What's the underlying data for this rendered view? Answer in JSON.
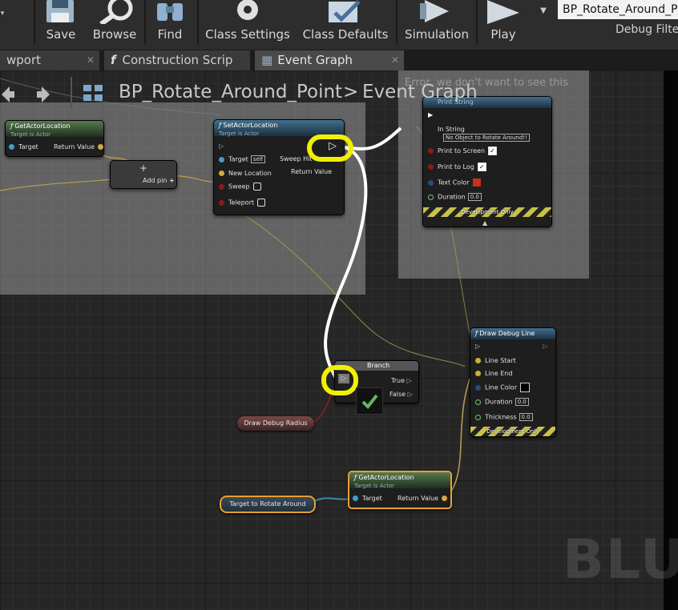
{
  "toolbar": {
    "save": "Save",
    "browse": "Browse",
    "find": "Find",
    "class_settings": "Class Settings",
    "class_defaults": "Class Defaults",
    "simulation": "Simulation",
    "play": "Play",
    "debug_object": "BP_Rotate_Around_P",
    "debug_filter": "Debug Filte"
  },
  "tabs": [
    {
      "label": "wport"
    },
    {
      "label": "Construction Scrip"
    },
    {
      "label": "Event Graph"
    }
  ],
  "breadcrumb": {
    "blueprint": "BP_Rotate_Around_Point",
    "separator": ">",
    "graph": "Event Graph"
  },
  "error_comment": "Error, we don't want to see this",
  "nodes": {
    "get_actor_location_top": {
      "title": "GetActorLocation",
      "subtitle": "Target is Actor",
      "target": "Target",
      "return": "Return Value"
    },
    "add_pin": {
      "label": "Add pin",
      "plus": "+"
    },
    "set_actor_location": {
      "title": "SetActorLocation",
      "subtitle": "Target is Actor",
      "target": "Target",
      "target_value": "self",
      "sweep_hit": "Sweep Hit R",
      "new_location": "New Location",
      "return_value": "Return Value",
      "sweep": "Sweep",
      "teleport": "Teleport"
    },
    "print_string": {
      "title": "Print String",
      "in_string": "In String",
      "in_string_value": "No Object to Rotate Around!!",
      "print_to_screen": "Print to Screen",
      "print_to_log": "Print to Log",
      "text_color": "Text Color",
      "duration": "Duration",
      "duration_value": "0.0",
      "dev_only": "Development Only",
      "arrow": "▲"
    },
    "branch": {
      "title": "Branch",
      "true": "True",
      "false": "False"
    },
    "draw_debug_line": {
      "title": "Draw Debug Line",
      "line_start": "Line Start",
      "line_end": "Line End",
      "line_color": "Line Color",
      "duration": "Duration",
      "duration_value": "0.0",
      "thickness": "Thickness",
      "thickness_value": "0.0",
      "dev_only": "Development Only"
    },
    "get_actor_location_bottom": {
      "title": "GetActorLocation",
      "subtitle": "Target is Actor",
      "target": "Target",
      "return": "Return Value"
    }
  },
  "variables": {
    "draw_debug_radius": "Draw Debug Radius",
    "target_to_rotate_around": "Target to Rotate Around"
  },
  "watermark": "BLU",
  "colors": {
    "text_color_swatch": "#c83216",
    "line_color_swatch": "#000000",
    "highlight": "#f0f000"
  }
}
